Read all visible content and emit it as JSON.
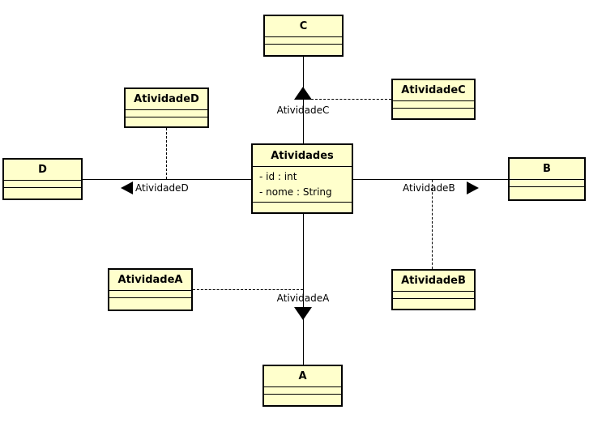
{
  "diagram": {
    "type": "uml-class-diagram",
    "colors": {
      "node_fill": "#ffffcc",
      "node_border": "#000000",
      "line_color": "#000000",
      "background": "#ffffff"
    }
  },
  "classes": {
    "c": {
      "name": "C"
    },
    "atividade_c": {
      "name": "AtividadeC"
    },
    "atividade_d": {
      "name": "AtividadeD"
    },
    "d": {
      "name": "D"
    },
    "atividades": {
      "name": "Atividades",
      "attributes": [
        "- id : int",
        "- nome : String"
      ]
    },
    "b": {
      "name": "B"
    },
    "atividade_a": {
      "name": "AtividadeA"
    },
    "atividade_b": {
      "name": "AtividadeB"
    },
    "a": {
      "name": "A"
    }
  },
  "associations": {
    "to_c": {
      "label": "AtividadeC",
      "direction": "up"
    },
    "to_d": {
      "label": "AtividadeD",
      "direction": "left"
    },
    "to_b": {
      "label": "AtividadeB",
      "direction": "right"
    },
    "to_a": {
      "label": "AtividadeA",
      "direction": "down"
    }
  }
}
